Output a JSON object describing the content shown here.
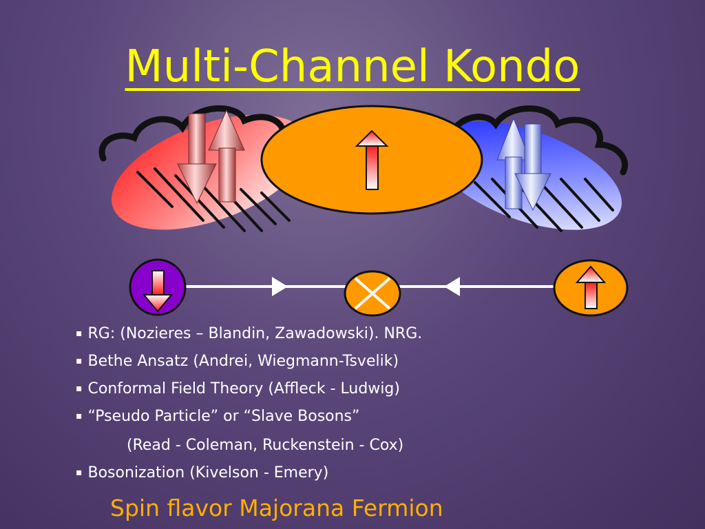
{
  "slide": {
    "title": "Multi-Channel Kondo",
    "bullets": [
      "RG: (Nozieres – Blandin, Zawadowski). NRG.",
      "Bethe Ansatz (Andrei, Wiegmann-Tsvelik)",
      "Conformal Field Theory (Affleck - Ludwig)",
      "“Pseudo Particle” or “Slave Bosons”",
      "Bosonization (Kivelson - Emery)"
    ],
    "bullet_continuation": "(Read  - Coleman, Ruckenstein - Cox)",
    "bullet_marker": "▪",
    "footer": "Spin flavor Majorana Fermion"
  },
  "colors": {
    "title": "#ffff00",
    "footer": "#ffb000",
    "impurity_orange": "#ff9900",
    "left_channel_red": "#ff3030",
    "right_channel_blue": "#2a3aff",
    "spin_purple": "#8800cc"
  }
}
